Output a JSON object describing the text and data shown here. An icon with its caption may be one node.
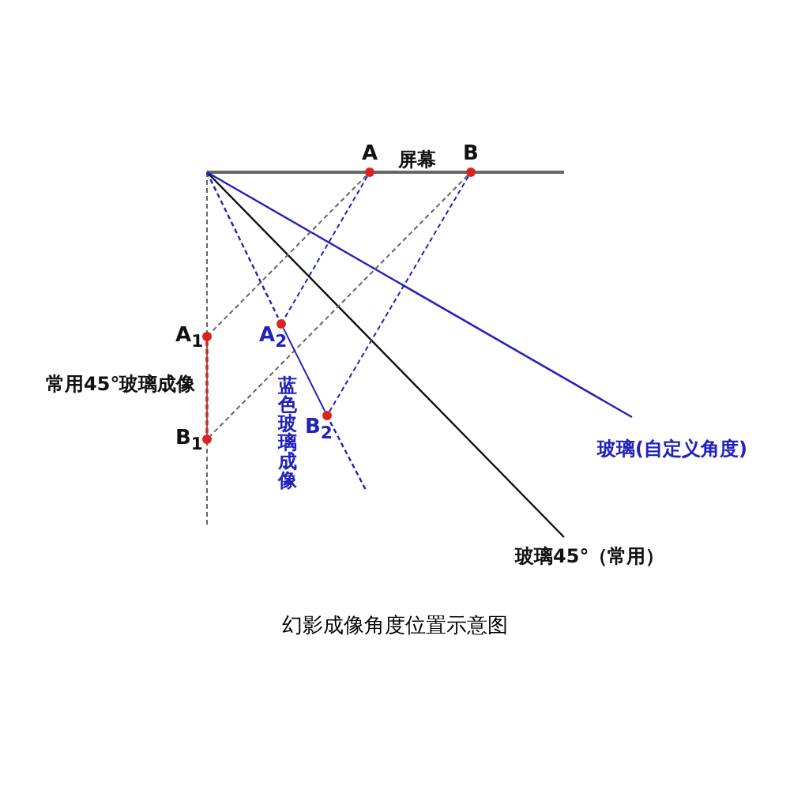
{
  "diagram": {
    "title": "幻影成像角度位置示意图",
    "nodes": [
      {
        "text": [
          "A"
        ]
      },
      {
        "text": [
          "B"
        ]
      },
      {
        "text": [
          "A$_{1}$"
        ]
      },
      {
        "text": [
          "B$_{1}$"
        ]
      },
      {
        "text": [
          "A$_{2}$"
        ]
      },
      {
        "text": [
          "B$_{2}$"
        ]
      }
    ],
    "edges": [
      {
        "from": 0,
        "to": 2,
        "arrow": "none",
        "style": "dashed",
        "color": "#666666"
      },
      {
        "from": 1,
        "to": 3,
        "arrow": "none",
        "style": "dashed",
        "color": "#666666"
      },
      {
        "from": 0,
        "to": 4,
        "arrow": "none",
        "style": "dashed",
        "color": "#2222bb"
      },
      {
        "from": 1,
        "to": 5,
        "arrow": "none",
        "style": "dashed",
        "color": "#2222bb"
      },
      {
        "from": 2,
        "to": 3,
        "arrow": "none",
        "style": "dashed",
        "color": "#dd2222"
      },
      {
        "from": 4,
        "to": 5,
        "arrow": "none",
        "color": "#2222bb"
      }
    ],
    "labels": [
      "屏幕",
      "常用45°玻璃成像",
      "蓝色玻璃成像",
      "玻璃(自定义角度)",
      "玻璃45°（常用）"
    ]
  }
}
